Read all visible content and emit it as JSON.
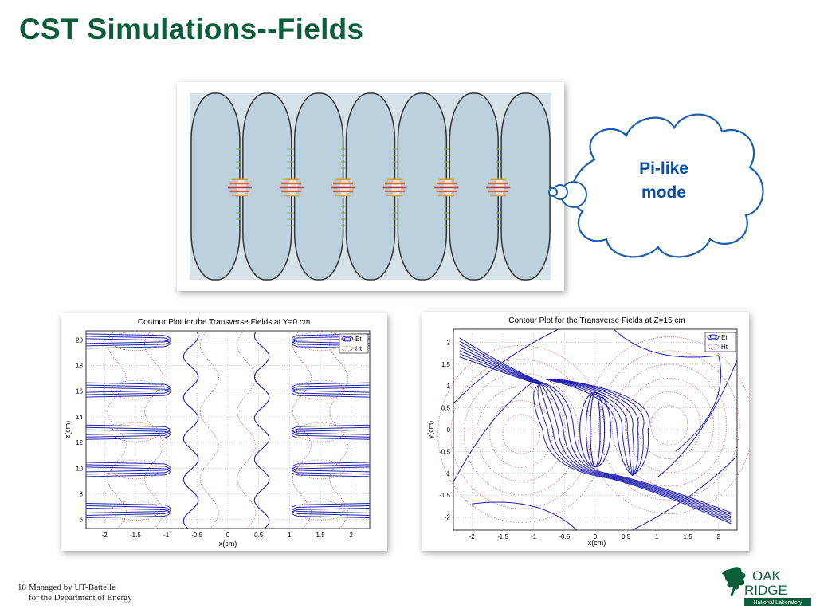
{
  "slide": {
    "title": "CST Simulations--Fields",
    "slide_number": "18",
    "footer_line1": "Managed by UT-Battelle",
    "footer_line2": "for the Department of Energy"
  },
  "callout": {
    "text_line1": "Pi-like",
    "text_line2": "mode",
    "color": "#0a4fa3"
  },
  "logo": {
    "line1": "OAK",
    "line2": "RIDGE",
    "line3": "National Laboratory",
    "color": "#0b5e3a"
  },
  "simulation": {
    "icon": "cavity-field-simulation",
    "cells": 7
  },
  "colors": {
    "title": "#0b5e3a",
    "et": "#2020b0",
    "ht": "#b04040"
  },
  "chart_data": [
    {
      "type": "contour",
      "title": "Contour Plot for the Transverse Fields at Y=0 cm",
      "xlabel": "x(cm)",
      "ylabel": "z(cm)",
      "xlim": [
        -2.3,
        2.3
      ],
      "ylim": [
        5.3,
        20.7
      ],
      "xticks": [
        "-2",
        "-1.5",
        "-1",
        "-0.5",
        "0",
        "0.5",
        "1",
        "1.5",
        "2"
      ],
      "yticks": [
        "6",
        "8",
        "10",
        "12",
        "14",
        "16",
        "18",
        "20"
      ],
      "xtick_values": [
        -2,
        -1.5,
        -1,
        -0.5,
        0,
        0.5,
        1,
        1.5,
        2
      ],
      "ytick_values": [
        6,
        8,
        10,
        12,
        14,
        16,
        18,
        20
      ],
      "series": [
        {
          "name": "Et"
        },
        {
          "name": "Ht"
        }
      ],
      "legend": "top-right",
      "grid": true
    },
    {
      "type": "contour",
      "title": "Contour Plot for the Transverse Fields at Z=15 cm",
      "xlabel": "x(cm)",
      "ylabel": "y(cm)",
      "xlim": [
        -2.3,
        2.3
      ],
      "ylim": [
        -2.3,
        2.3
      ],
      "xticks": [
        "-2",
        "-1.5",
        "-1",
        "-0.5",
        "0",
        "0.5",
        "1",
        "1.5",
        "2"
      ],
      "yticks": [
        "2",
        "1.5",
        "1",
        "0.5",
        "0",
        "-0.5",
        "-1",
        "-1.5",
        "-2"
      ],
      "xtick_values": [
        -2,
        -1.5,
        -1,
        -0.5,
        0,
        0.5,
        1,
        1.5,
        2
      ],
      "ytick_values": [
        2,
        1.5,
        1,
        0.5,
        0,
        -0.5,
        -1,
        -1.5,
        -2
      ],
      "series": [
        {
          "name": "Et"
        },
        {
          "name": "Ht"
        }
      ],
      "legend": "top-right",
      "grid": true
    }
  ]
}
